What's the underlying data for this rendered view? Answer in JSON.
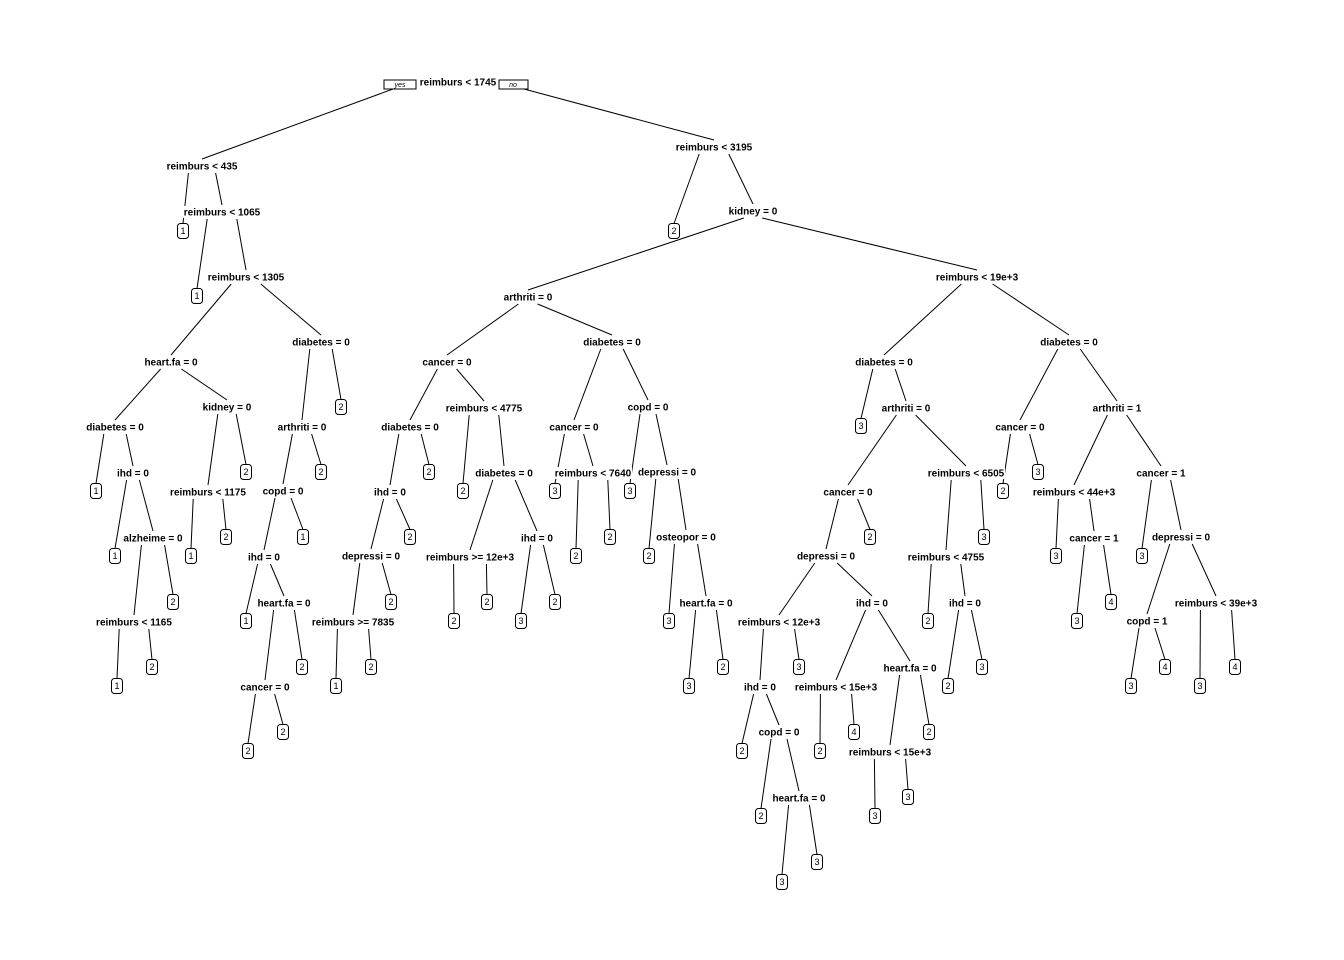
{
  "root_branches": {
    "yes": "yes",
    "no": "no"
  },
  "splits": [
    {
      "id": "s1",
      "label": "reimburs < 1745",
      "w": 74
    },
    {
      "id": "s2",
      "label": "reimburs < 435",
      "w": 68
    },
    {
      "id": "s3",
      "label": "reimburs < 1065",
      "w": 74
    },
    {
      "id": "s4",
      "label": "reimburs < 1305",
      "w": 74
    },
    {
      "id": "s5",
      "label": "heart.fa = 0",
      "w": 52
    },
    {
      "id": "s6",
      "label": "diabetes = 0",
      "w": 56
    },
    {
      "id": "s7",
      "label": "ihd = 0",
      "w": 32
    },
    {
      "id": "s8",
      "label": "alzheime = 0",
      "w": 58
    },
    {
      "id": "s9",
      "label": "reimburs < 1165",
      "w": 74
    },
    {
      "id": "s10",
      "label": "kidney = 0",
      "w": 46
    },
    {
      "id": "s11",
      "label": "reimburs < 1175",
      "w": 74
    },
    {
      "id": "s12",
      "label": "diabetes = 0",
      "w": 56
    },
    {
      "id": "s13",
      "label": "arthriti = 0",
      "w": 48
    },
    {
      "id": "s14",
      "label": "copd = 0",
      "w": 40
    },
    {
      "id": "s15",
      "label": "ihd = 0",
      "w": 32
    },
    {
      "id": "s16",
      "label": "heart.fa = 0",
      "w": 52
    },
    {
      "id": "s17",
      "label": "cancer = 0",
      "w": 48
    },
    {
      "id": "s18",
      "label": "reimburs < 3195",
      "w": 74
    },
    {
      "id": "s19",
      "label": "kidney = 0",
      "w": 46
    },
    {
      "id": "s20",
      "label": "arthriti = 0",
      "w": 48
    },
    {
      "id": "s21",
      "label": "cancer = 0",
      "w": 48
    },
    {
      "id": "s22",
      "label": "diabetes = 0",
      "w": 56
    },
    {
      "id": "s23",
      "label": "ihd = 0",
      "w": 32
    },
    {
      "id": "s24",
      "label": "depressi = 0",
      "w": 56
    },
    {
      "id": "s25",
      "label": "reimburs >= 7835",
      "w": 78
    },
    {
      "id": "s26",
      "label": "reimburs < 4775",
      "w": 74
    },
    {
      "id": "s27",
      "label": "diabetes = 0",
      "w": 56
    },
    {
      "id": "s28",
      "label": "reimburs >= 12e+3",
      "w": 82
    },
    {
      "id": "s29",
      "label": "ihd = 0",
      "w": 32
    },
    {
      "id": "s30",
      "label": "diabetes = 0",
      "w": 56
    },
    {
      "id": "s31",
      "label": "cancer = 0",
      "w": 48
    },
    {
      "id": "s32",
      "label": "reimburs < 7640",
      "w": 74
    },
    {
      "id": "s33",
      "label": "copd = 0",
      "w": 40
    },
    {
      "id": "s34",
      "label": "depressi = 0",
      "w": 56
    },
    {
      "id": "s35",
      "label": "osteopor = 0",
      "w": 58
    },
    {
      "id": "s36",
      "label": "heart.fa = 0",
      "w": 52
    },
    {
      "id": "s37",
      "label": "reimburs < 19e+3",
      "w": 78
    },
    {
      "id": "s38",
      "label": "diabetes = 0",
      "w": 56
    },
    {
      "id": "s39",
      "label": "arthriti = 0",
      "w": 48
    },
    {
      "id": "s40",
      "label": "cancer = 0",
      "w": 48
    },
    {
      "id": "s41",
      "label": "depressi = 0",
      "w": 56
    },
    {
      "id": "s42",
      "label": "reimburs < 12e+3",
      "w": 78
    },
    {
      "id": "s43",
      "label": "ihd = 0",
      "w": 32
    },
    {
      "id": "s44",
      "label": "copd = 0",
      "w": 40
    },
    {
      "id": "s45",
      "label": "heart.fa = 0",
      "w": 52
    },
    {
      "id": "s46",
      "label": "ihd = 0",
      "w": 32
    },
    {
      "id": "s47",
      "label": "reimburs < 15e+3",
      "w": 78
    },
    {
      "id": "s48",
      "label": "heart.fa = 0",
      "w": 52
    },
    {
      "id": "s49",
      "label": "reimburs < 15e+3",
      "w": 78
    },
    {
      "id": "s50",
      "label": "reimburs < 6505",
      "w": 74
    },
    {
      "id": "s51",
      "label": "reimburs < 4755",
      "w": 74
    },
    {
      "id": "s52",
      "label": "ihd = 0",
      "w": 32
    },
    {
      "id": "s53",
      "label": "diabetes = 0",
      "w": 56
    },
    {
      "id": "s54",
      "label": "cancer = 0",
      "w": 48
    },
    {
      "id": "s55",
      "label": "arthriti = 1",
      "w": 48
    },
    {
      "id": "s56",
      "label": "reimburs < 44e+3",
      "w": 78
    },
    {
      "id": "s57",
      "label": "cancer = 1",
      "w": 48
    },
    {
      "id": "s58",
      "label": "cancer = 1",
      "w": 48
    },
    {
      "id": "s59",
      "label": "depressi = 0",
      "w": 56
    },
    {
      "id": "s60",
      "label": "copd = 1",
      "w": 40
    },
    {
      "id": "s61",
      "label": "reimburs < 39e+3",
      "w": 78
    }
  ],
  "leaves": [
    {
      "id": "l1",
      "label": "1"
    },
    {
      "id": "l2",
      "label": "1"
    },
    {
      "id": "l3",
      "label": "1"
    },
    {
      "id": "l4",
      "label": "1"
    },
    {
      "id": "l5",
      "label": "2"
    },
    {
      "id": "l6",
      "label": "1"
    },
    {
      "id": "l7",
      "label": "2"
    },
    {
      "id": "l8",
      "label": "1"
    },
    {
      "id": "l9",
      "label": "2"
    },
    {
      "id": "l10",
      "label": "2"
    },
    {
      "id": "l11",
      "label": "1"
    },
    {
      "id": "l12",
      "label": "2"
    },
    {
      "id": "l13",
      "label": "2"
    },
    {
      "id": "l14",
      "label": "1"
    },
    {
      "id": "l15",
      "label": "2"
    },
    {
      "id": "l16",
      "label": "2"
    },
    {
      "id": "l17",
      "label": "2"
    },
    {
      "id": "l18",
      "label": "2"
    },
    {
      "id": "l19",
      "label": "2"
    },
    {
      "id": "l20",
      "label": "1"
    },
    {
      "id": "l21",
      "label": "2"
    },
    {
      "id": "l22",
      "label": "2"
    },
    {
      "id": "l23",
      "label": "2"
    },
    {
      "id": "l24",
      "label": "2"
    },
    {
      "id": "l25",
      "label": "2"
    },
    {
      "id": "l26",
      "label": "2"
    },
    {
      "id": "l27",
      "label": "3"
    },
    {
      "id": "l28",
      "label": "2"
    },
    {
      "id": "l29",
      "label": "3"
    },
    {
      "id": "l30",
      "label": "2"
    },
    {
      "id": "l31",
      "label": "2"
    },
    {
      "id": "l32",
      "label": "3"
    },
    {
      "id": "l33",
      "label": "2"
    },
    {
      "id": "l34",
      "label": "3"
    },
    {
      "id": "l35",
      "label": "3"
    },
    {
      "id": "l36",
      "label": "2"
    },
    {
      "id": "l37",
      "label": "3"
    },
    {
      "id": "l38",
      "label": "2"
    },
    {
      "id": "l39",
      "label": "3"
    },
    {
      "id": "l40",
      "label": "2"
    },
    {
      "id": "l41",
      "label": "2"
    },
    {
      "id": "l42",
      "label": "3"
    },
    {
      "id": "l43",
      "label": "3"
    },
    {
      "id": "l44",
      "label": "2"
    },
    {
      "id": "l45",
      "label": "4"
    },
    {
      "id": "l46",
      "label": "2"
    },
    {
      "id": "l47",
      "label": "3"
    },
    {
      "id": "l48",
      "label": "3"
    },
    {
      "id": "l49",
      "label": "3"
    },
    {
      "id": "l50",
      "label": "2"
    },
    {
      "id": "l51",
      "label": "2"
    },
    {
      "id": "l52",
      "label": "3"
    },
    {
      "id": "l53",
      "label": "2"
    },
    {
      "id": "l54",
      "label": "3"
    },
    {
      "id": "l55",
      "label": "3"
    },
    {
      "id": "l56",
      "label": "3"
    },
    {
      "id": "l57",
      "label": "4"
    },
    {
      "id": "l58",
      "label": "3"
    },
    {
      "id": "l59",
      "label": "3"
    },
    {
      "id": "l60",
      "label": "4"
    },
    {
      "id": "l61",
      "label": "3"
    },
    {
      "id": "l62",
      "label": "4"
    }
  ],
  "edges": [
    [
      "s1",
      "s2"
    ],
    [
      "s1",
      "s18"
    ],
    [
      "s2",
      "l1"
    ],
    [
      "s2",
      "s3"
    ],
    [
      "s3",
      "l2"
    ],
    [
      "s3",
      "s4"
    ],
    [
      "s4",
      "s5"
    ],
    [
      "s4",
      "s12"
    ],
    [
      "s5",
      "s6"
    ],
    [
      "s5",
      "s10"
    ],
    [
      "s6",
      "l3"
    ],
    [
      "s6",
      "s7"
    ],
    [
      "s7",
      "l4"
    ],
    [
      "s7",
      "s8"
    ],
    [
      "s8",
      "s9"
    ],
    [
      "s8",
      "l7"
    ],
    [
      "s9",
      "l6"
    ],
    [
      "s9",
      "l5"
    ],
    [
      "s10",
      "s11"
    ],
    [
      "s10",
      "l10"
    ],
    [
      "s11",
      "l8"
    ],
    [
      "s11",
      "l9"
    ],
    [
      "s12",
      "s13"
    ],
    [
      "s12",
      "l13"
    ],
    [
      "s13",
      "s14"
    ],
    [
      "s13",
      "l12"
    ],
    [
      "s14",
      "s15"
    ],
    [
      "s14",
      "l11"
    ],
    [
      "s15",
      "l14"
    ],
    [
      "s15",
      "s16"
    ],
    [
      "s16",
      "s17"
    ],
    [
      "s16",
      "l17"
    ],
    [
      "s17",
      "l15"
    ],
    [
      "s17",
      "l16"
    ],
    [
      "s18",
      "l18"
    ],
    [
      "s18",
      "s19"
    ],
    [
      "s19",
      "s20"
    ],
    [
      "s19",
      "s37"
    ],
    [
      "s20",
      "s21"
    ],
    [
      "s20",
      "s30"
    ],
    [
      "s21",
      "s22"
    ],
    [
      "s21",
      "s26"
    ],
    [
      "s22",
      "s23"
    ],
    [
      "s22",
      "l19"
    ],
    [
      "s23",
      "s24"
    ],
    [
      "s23",
      "l21"
    ],
    [
      "s24",
      "s25"
    ],
    [
      "s24",
      "l22"
    ],
    [
      "s25",
      "l20"
    ],
    [
      "s25",
      "l23"
    ],
    [
      "s26",
      "l24"
    ],
    [
      "s26",
      "s27"
    ],
    [
      "s27",
      "s28"
    ],
    [
      "s27",
      "s29"
    ],
    [
      "s28",
      "l25"
    ],
    [
      "s28",
      "l26"
    ],
    [
      "s29",
      "l27"
    ],
    [
      "s29",
      "l28"
    ],
    [
      "s30",
      "s31"
    ],
    [
      "s30",
      "s33"
    ],
    [
      "s31",
      "l29"
    ],
    [
      "s31",
      "s32"
    ],
    [
      "s32",
      "l30"
    ],
    [
      "s32",
      "l31"
    ],
    [
      "s33",
      "l32"
    ],
    [
      "s33",
      "s34"
    ],
    [
      "s34",
      "l33"
    ],
    [
      "s34",
      "s35"
    ],
    [
      "s35",
      "l34"
    ],
    [
      "s35",
      "s36"
    ],
    [
      "s36",
      "l35"
    ],
    [
      "s36",
      "l36"
    ],
    [
      "s37",
      "s38"
    ],
    [
      "s37",
      "s53"
    ],
    [
      "s38",
      "l37"
    ],
    [
      "s38",
      "s39"
    ],
    [
      "s39",
      "s40"
    ],
    [
      "s39",
      "s50"
    ],
    [
      "s40",
      "s41"
    ],
    [
      "s40",
      "l38"
    ],
    [
      "s41",
      "s42"
    ],
    [
      "s41",
      "s46"
    ],
    [
      "s42",
      "s43"
    ],
    [
      "s42",
      "l39"
    ],
    [
      "s43",
      "l40"
    ],
    [
      "s43",
      "s44"
    ],
    [
      "s44",
      "l41"
    ],
    [
      "s44",
      "s45"
    ],
    [
      "s45",
      "l42"
    ],
    [
      "s45",
      "l43"
    ],
    [
      "s46",
      "s47"
    ],
    [
      "s46",
      "s48"
    ],
    [
      "s47",
      "l44"
    ],
    [
      "s47",
      "l45"
    ],
    [
      "s48",
      "s49"
    ],
    [
      "s48",
      "l46"
    ],
    [
      "s49",
      "l47"
    ],
    [
      "s49",
      "l48"
    ],
    [
      "s50",
      "s51"
    ],
    [
      "s50",
      "l49"
    ],
    [
      "s51",
      "l50"
    ],
    [
      "s51",
      "s52"
    ],
    [
      "s52",
      "l51"
    ],
    [
      "s52",
      "l52"
    ],
    [
      "s53",
      "s54"
    ],
    [
      "s53",
      "s55"
    ],
    [
      "s54",
      "l53"
    ],
    [
      "s54",
      "l54"
    ],
    [
      "s55",
      "s56"
    ],
    [
      "s55",
      "s58"
    ],
    [
      "s56",
      "l55"
    ],
    [
      "s56",
      "s57"
    ],
    [
      "s57",
      "l56"
    ],
    [
      "s57",
      "l57"
    ],
    [
      "s58",
      "l58"
    ],
    [
      "s58",
      "s59"
    ],
    [
      "s59",
      "s60"
    ],
    [
      "s59",
      "s61"
    ],
    [
      "s60",
      "l59"
    ],
    [
      "s60",
      "l60"
    ],
    [
      "s61",
      "l61"
    ],
    [
      "s61",
      "l62"
    ]
  ]
}
